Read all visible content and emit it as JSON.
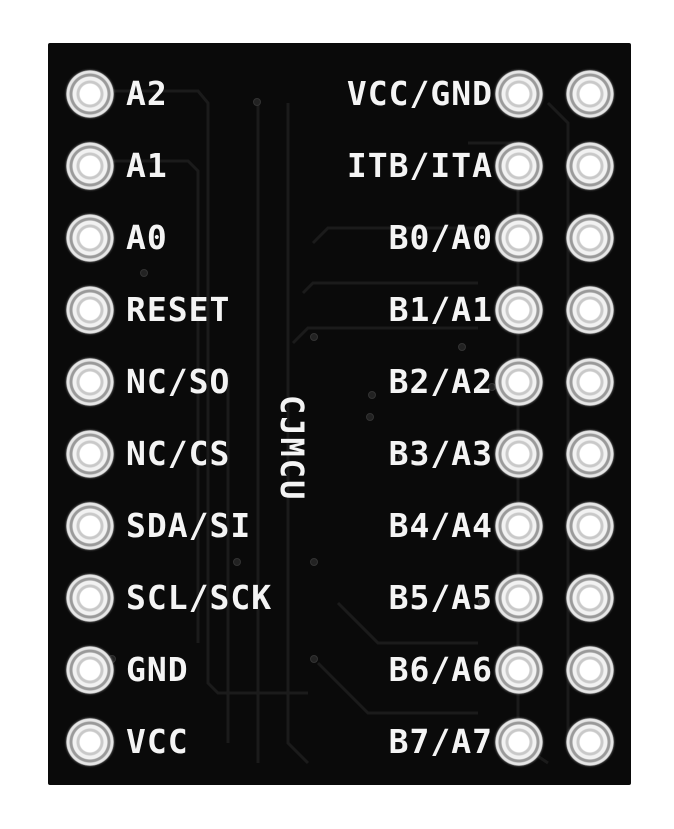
{
  "board": {
    "brand": "CJMCU",
    "left_pins": [
      "A2",
      "A1",
      "A0",
      "RESET",
      "NC/SO",
      "NC/CS",
      "SDA/SI",
      "SCL/SCK",
      "GND",
      "VCC"
    ],
    "right_pins": [
      "VCC/GND",
      "ITB/ITA",
      "B0/A0",
      "B1/A1",
      "B2/A2",
      "B3/A3",
      "B4/A4",
      "B5/A5",
      "B6/A6",
      "B7/A7"
    ]
  }
}
